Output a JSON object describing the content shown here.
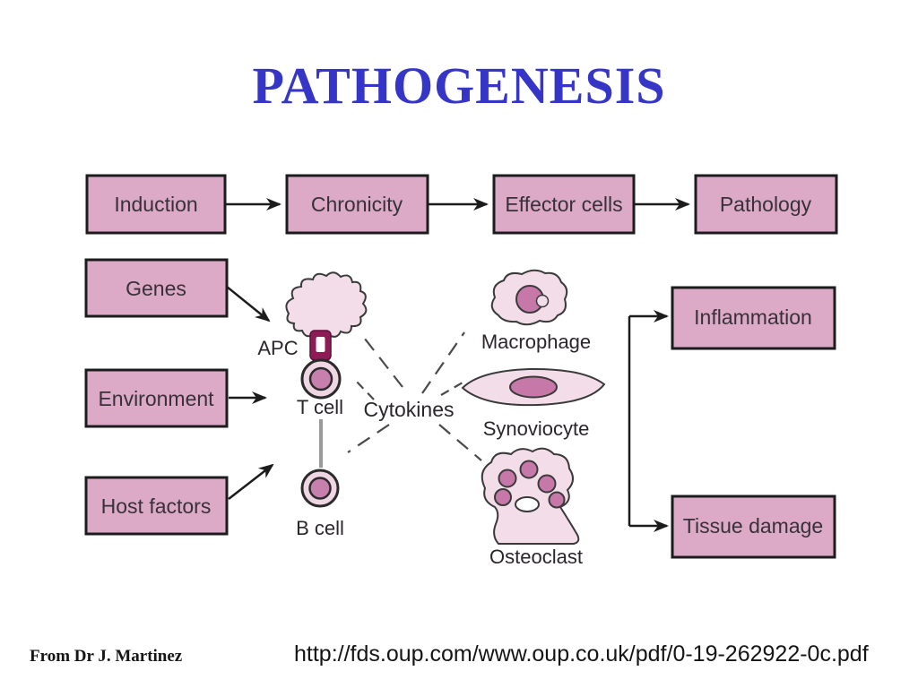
{
  "title": "PATHOGENESIS",
  "flow_boxes": [
    "Induction",
    "Chronicity",
    "Effector cells",
    "Pathology"
  ],
  "input_boxes": [
    "Genes",
    "Environment",
    "Host factors"
  ],
  "outcome_boxes": [
    "Inflammation",
    "Tissue damage"
  ],
  "cells": {
    "apc": "APC",
    "t_cell": "T cell",
    "b_cell": "B cell",
    "cytokines": "Cytokines",
    "macrophage": "Macrophage",
    "synoviocyte": "Synoviocyte",
    "osteoclast": "Osteoclast"
  },
  "footer": {
    "credit": "From Dr J. Martinez",
    "url": "http://fds.oup.com/www.oup.co.uk/pdf/0-19-262922-0c.pdf"
  },
  "colors": {
    "title_blue": "#3535c8",
    "box_fill": "#dcaac6",
    "box_border": "#1c1c1c",
    "cell_fill": "#f2dde9",
    "nucleus_pink": "#c678a8",
    "receptor_magenta": "#8e1a56",
    "connector_gray": "#9a9a9a"
  }
}
